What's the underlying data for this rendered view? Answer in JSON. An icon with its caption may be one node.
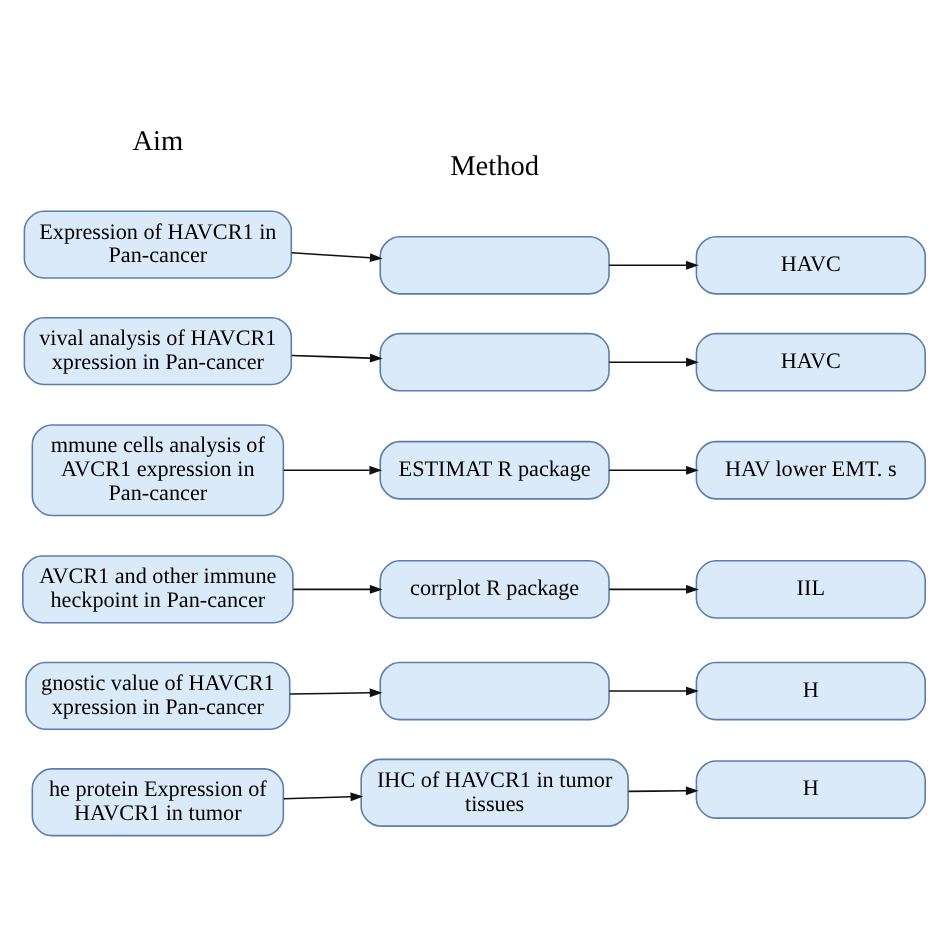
{
  "diagram": {
    "nodes": [
      {
        "text": [
          "Expression of HAVCR1 in Pan-cancer"
        ]
      },
      {
        "text": [],
        "shape": "box"
      },
      {
        "text": [
          "HAVC"
        ]
      },
      {
        "text": [
          "vival analysis of HAVCR1 xpression in Pan-cancer"
        ]
      },
      {
        "text": [],
        "shape": "box"
      },
      {
        "text": [
          "HAVC"
        ]
      },
      {
        "text": [
          "mmune cells analysis of AVCR1 expression in Pan-cancer"
        ]
      },
      {
        "text": [
          "ESTIMAT R package"
        ]
      },
      {
        "text": [
          "HAV lower EMT. s"
        ]
      },
      {
        "text": [
          "AVCR1 and other immune heckpoint in Pan-cancer"
        ]
      },
      {
        "text": [
          "corrplot R package"
        ]
      },
      {
        "text": [
          "IIL"
        ]
      },
      {
        "text": [
          "gnostic value of HAVCR1 xpression in Pan-cancer"
        ]
      },
      {
        "text": [],
        "shape": "box"
      },
      {
        "text": [
          "H"
        ]
      },
      {
        "text": [
          "he protein Expression of HAVCR1 in tumor"
        ]
      },
      {
        "text": [
          "IHC of HAVCR1 in tumor tissues"
        ]
      },
      {
        "text": [
          "H"
        ]
      }
    ],
    "edges": [
      {
        "from": 0,
        "to": 1,
        "arrow": "to"
      },
      {
        "from": 1,
        "to": 2,
        "arrow": "to"
      },
      {
        "from": 3,
        "to": 4,
        "arrow": "to"
      },
      {
        "from": 4,
        "to": 5,
        "arrow": "to"
      },
      {
        "from": 6,
        "to": 7,
        "arrow": "to"
      },
      {
        "from": 7,
        "to": 8,
        "arrow": "to"
      },
      {
        "from": 9,
        "to": 10,
        "arrow": "to"
      },
      {
        "from": 10,
        "to": 11,
        "arrow": "to"
      },
      {
        "from": 12,
        "to": 13,
        "arrow": "to"
      },
      {
        "from": 13,
        "to": 14,
        "arrow": "to"
      },
      {
        "from": 15,
        "to": 16,
        "arrow": "to"
      },
      {
        "from": 16,
        "to": 17,
        "arrow": "to"
      }
    ],
    "labels": [
      "Aim",
      "Method"
    ]
  }
}
